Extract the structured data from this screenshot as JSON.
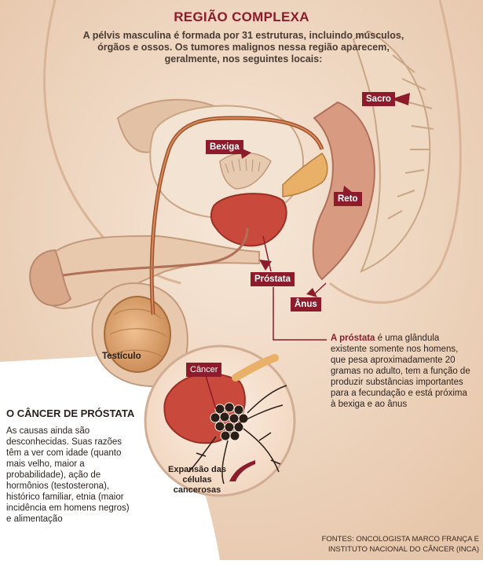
{
  "header": {
    "title": "REGIÃO COMPLEXA",
    "intro": "A pélvis masculina é formada por 31 estruturas, incluindo músculos, órgãos e ossos. Os tumores malignos nessa região aparecem, geralmente, nos seguintes locais:"
  },
  "labels": {
    "sacro": "Sacro",
    "bexiga": "Bexiga",
    "reto": "Reto",
    "prostata": "Próstata",
    "anus": "Ânus",
    "testiculo": "Testículo",
    "cancer": "Câncer",
    "expansao": "Expansão das células cancerosas"
  },
  "prostata_note": {
    "lead": "A próstata",
    "body": " é uma glândula existente somente nos homens, que pesa aproximadamente 20 gramas no adulto, tem a função de produzir substâncias importantes para a fecundação e está próxima à bexiga e ao ânus"
  },
  "cancer_section": {
    "heading": "O CÂNCER DE PRÓSTATA",
    "body": "As causas ainda são desconhecidas. Suas razões têm a ver com idade (quanto mais velho, maior a probabilidade), ação de hormônios (testosterona), histórico familiar, etnia (maior incidência em homens negros) e alimentação"
  },
  "sources": "FONTES: ONCOLOGISTA MARCO FRANÇA E INSTITUTO NACIONAL DO CÂNCER (INCA)",
  "colors": {
    "accent": "#8c1c2c",
    "tissue": "#e8c9ad",
    "tissue_dark": "#c9977a",
    "background_body": "#f1dcc8"
  }
}
